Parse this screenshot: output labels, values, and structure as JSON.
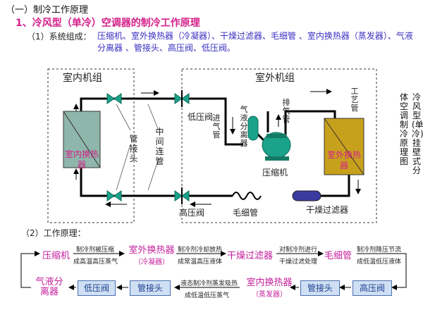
{
  "section_title": "（一）制冷工作原理",
  "subtitle": "1、冷风型（单冷）空调器的制冷工作原理",
  "composition": {
    "label": "（1）系统组成：",
    "text": "压缩机、室外换热器（冷凝器）、干燥过滤器、毛细管 、室内换热器（蒸发器）、气液分离器 、管接头、高压阀、低压阀。"
  },
  "side_caption": [
    "冷风型(单冷)挂壁式分",
    "体空调制冷原理图"
  ],
  "diagram": {
    "indoor_unit": "室内机组",
    "outdoor_unit": "室外机组",
    "indoor_hx": "室内换热器",
    "outdoor_hx": "室外换热器",
    "pipe_joint": "管接头",
    "middle_pipe": "中间连管",
    "low_valve": "低压阀",
    "intake_pipe": "进气管",
    "gas_liquid_separator": "气液分离器",
    "exhaust_pipe": "排气管",
    "process_pipe": "工艺管",
    "compressor": "压缩机",
    "high_valve": "高压阀",
    "capillary": "毛细管",
    "dryer_filter": "干燥过滤器"
  },
  "principle": {
    "label": "（2）工作原理：",
    "row1": [
      {
        "text": "压缩机"
      },
      {
        "text": "室外换热器",
        "sub": "（冷凝器）"
      },
      {
        "text": "干燥过滤器"
      },
      {
        "text": "毛细管"
      }
    ],
    "row1_notes": [
      {
        "top": "制冷剂被压缩",
        "bottom": "成高温高压蒸气"
      },
      {
        "top": "制冷剂冷却放热",
        "bottom": "成常温高压液体"
      },
      {
        "top": "对制冷剂进行",
        "bottom": "干燥过滤处理"
      },
      {
        "top": "制冷剂降压节流",
        "bottom": "成低温低压液体"
      }
    ],
    "row2": {
      "separator": "气液分离器",
      "low_valve": "低压阀",
      "joint1": "管接头",
      "indoor_hx": "室内换热器",
      "indoor_hx_sub": "（蒸发器）",
      "joint2": "管接头",
      "high_valve": "高压阀"
    },
    "row2_note": {
      "top": "液态制冷剂蒸发吸热",
      "bottom": "成低温低压蒸气"
    }
  },
  "colors": {
    "accent": "#d4208a",
    "text_blue": "#3b2fc0",
    "pipe": "#000000",
    "valve": "#1aa38a",
    "indoor_hx": "#8fb6aa",
    "outdoor_hx": "#c8a11c",
    "box_fill": "#cfe0f4"
  }
}
